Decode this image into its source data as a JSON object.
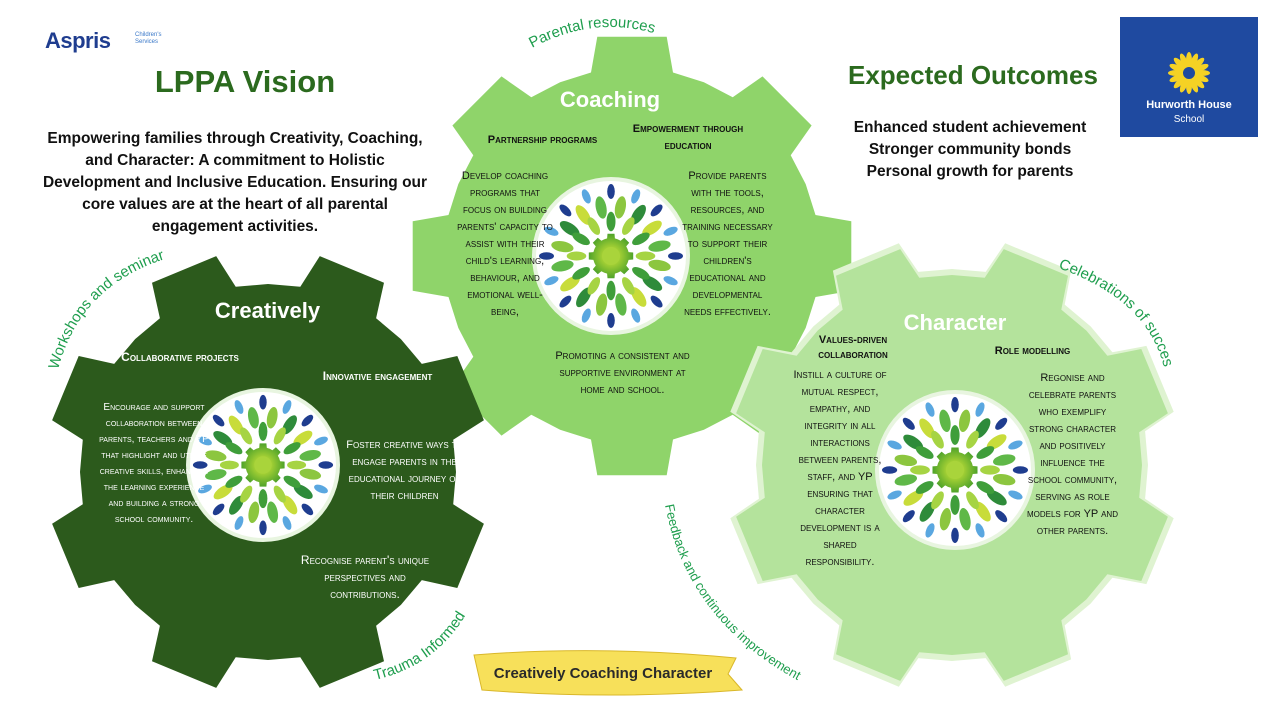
{
  "header": {
    "aspris_logo": {
      "word": "Aspris",
      "subtitle": "Children's Services"
    },
    "vision_title": "LPPA Vision",
    "vision_statement": "Empowering families through Creativity, Coaching, and Character: A commitment to Holistic Development and Inclusive Education. Ensuring our core values are at the heart of all parental engagement activities.",
    "outcomes_title": "Expected Outcomes",
    "outcomes": [
      "Enhanced student achievement",
      "Stronger community bonds",
      "Personal growth for parents"
    ],
    "school_logo": {
      "line1": "Hurworth House",
      "line2": "School"
    }
  },
  "gears": {
    "coaching": {
      "title": "Coaching",
      "color": "#8fd46a",
      "left_heading": "Partnership programs",
      "left_text": "Develop coaching programs that focus on building parents' capacity to assist with their child's learning, behaviour, and emotional well-being,",
      "right_heading": "Empowerment through education",
      "right_text": "Provide parents with the tools, resources, and training necessary to support their children's educational and developmental needs effectively.",
      "bottom_text": "Promoting a consistent and supportive environment at home and school."
    },
    "creatively": {
      "title": "Creatively",
      "color": "#2c5a1c",
      "left_heading": "Collaborative projects",
      "left_text": "Encourage and support collaboration between parents, teachers and YP that highlight and utilise creative skills, enhancing the learning experience and building a strong school community.",
      "right_heading": "Innovative engagement",
      "right_text": "Foster creative ways to engage parents in the educational journey of their children",
      "bottom_text": "Recognise parent's unique perspectives and contributions."
    },
    "character": {
      "title": "Character",
      "color": "#b4e39c",
      "left_heading": "Values-driven collaboration",
      "left_text": "Instill a culture of mutual respect, empathy, and integrity in all interactions between parents, staff, and YP ensuring that character development is a shared responsibility.",
      "right_heading": "Role modelling",
      "right_text": "Regonise and celebrate parents who exemplify strong character and positively influence the school community, serving as role models for YP and other parents."
    }
  },
  "curved_labels": {
    "top": "Parental resources",
    "left": "Workshops and seminars",
    "right": "Celebrations of succes",
    "bottom_left": "Trauma Informed",
    "bottom_mid": "Feedback and continuous improvement"
  },
  "banner": {
    "text": "Creatively Coaching Character",
    "color": "#f7e05a"
  },
  "colors": {
    "heading_green": "#2b6a1e",
    "label_green": "#1f9e4e",
    "aspris_blue": "#1f3d8f"
  }
}
